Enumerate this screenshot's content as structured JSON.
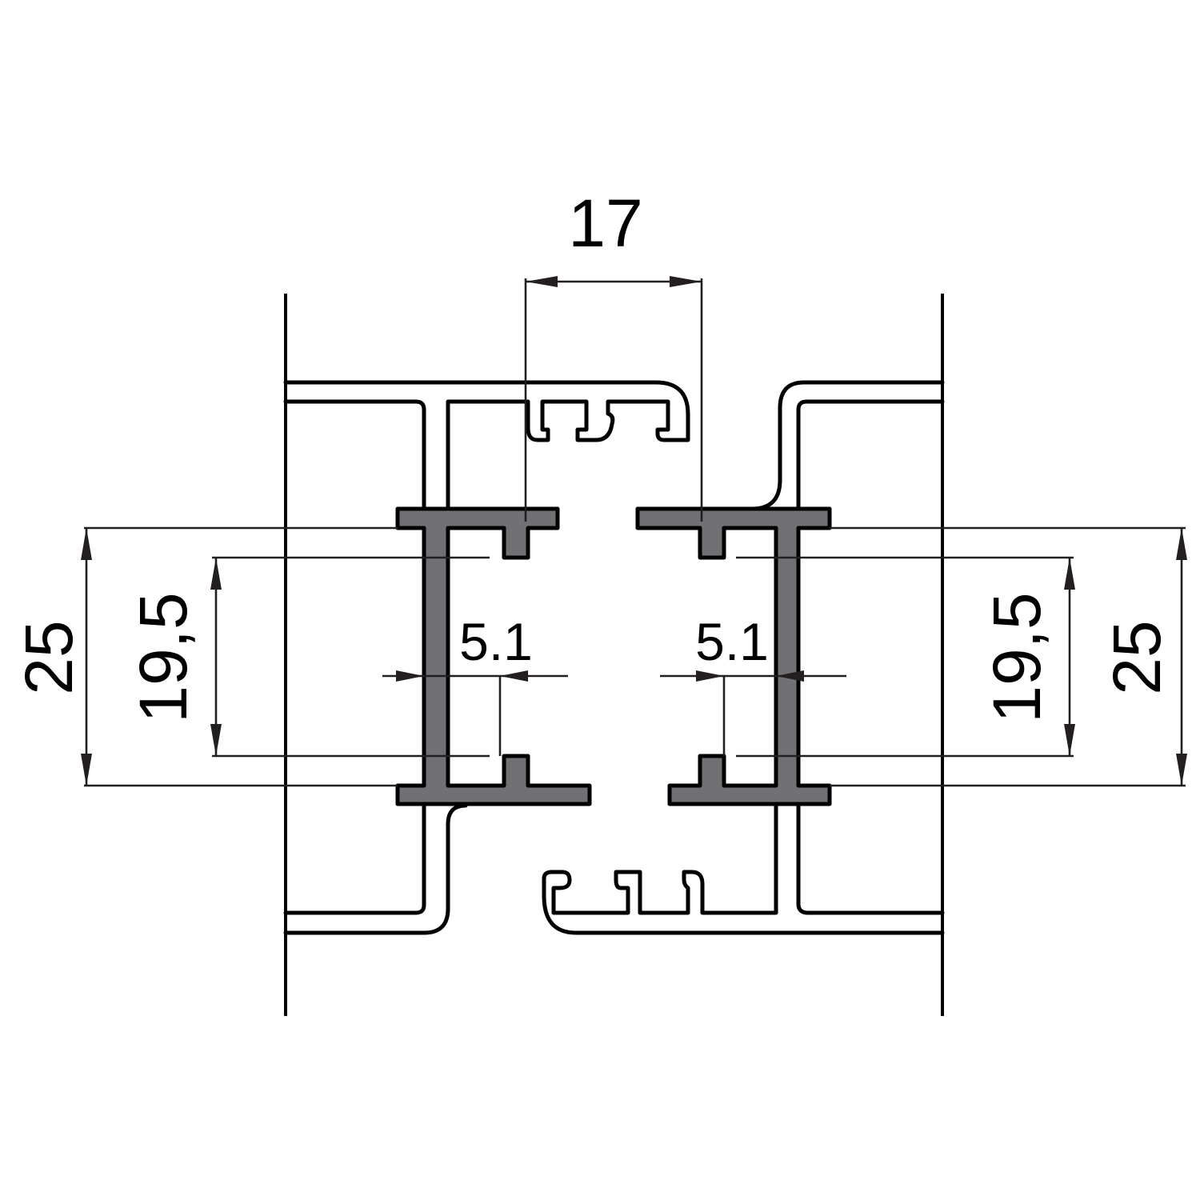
{
  "drawing": {
    "title": "Profile cross-section with dimensions",
    "colors": {
      "section_fill": "#707075",
      "line": "#000000",
      "dimension": "#231f20"
    },
    "dimensions": {
      "top_gap": "17",
      "left_outer_height": "25",
      "left_inner_height": "19,5",
      "left_web_offset": "5.1",
      "right_web_offset": "5.1",
      "right_inner_height": "19,5",
      "right_outer_height": "25"
    }
  }
}
